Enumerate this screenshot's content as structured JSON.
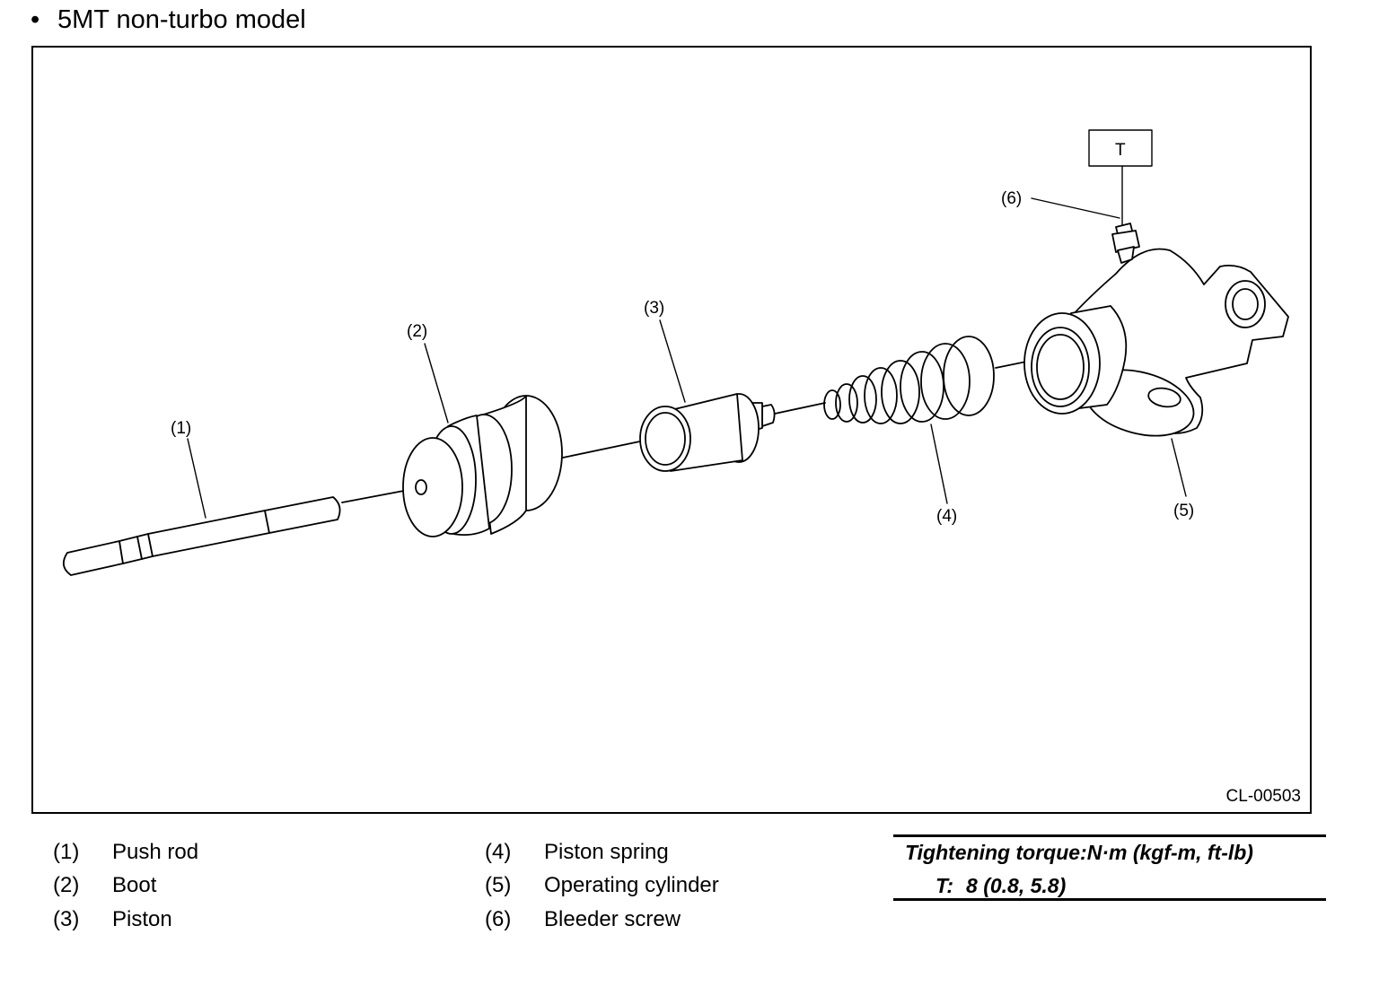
{
  "heading": {
    "bullet": "•",
    "text": "5MT non-turbo model"
  },
  "diagram": {
    "figure_id": "CL-00503",
    "callouts": [
      "(1)",
      "(2)",
      "(3)",
      "(4)",
      "(5)",
      "(6)"
    ],
    "torque_box_label": "T"
  },
  "legend": [
    {
      "num": "(1)",
      "label": "Push rod"
    },
    {
      "num": "(2)",
      "label": "Boot"
    },
    {
      "num": "(3)",
      "label": "Piston"
    },
    {
      "num": "(4)",
      "label": "Piston spring"
    },
    {
      "num": "(5)",
      "label": "Operating cylinder"
    },
    {
      "num": "(6)",
      "label": "Bleeder screw"
    }
  ],
  "torque": {
    "title": "Tightening torque:N·m (kgf-m, ft-lb)",
    "key": "T:",
    "value": "8 (0.8, 5.8)"
  }
}
